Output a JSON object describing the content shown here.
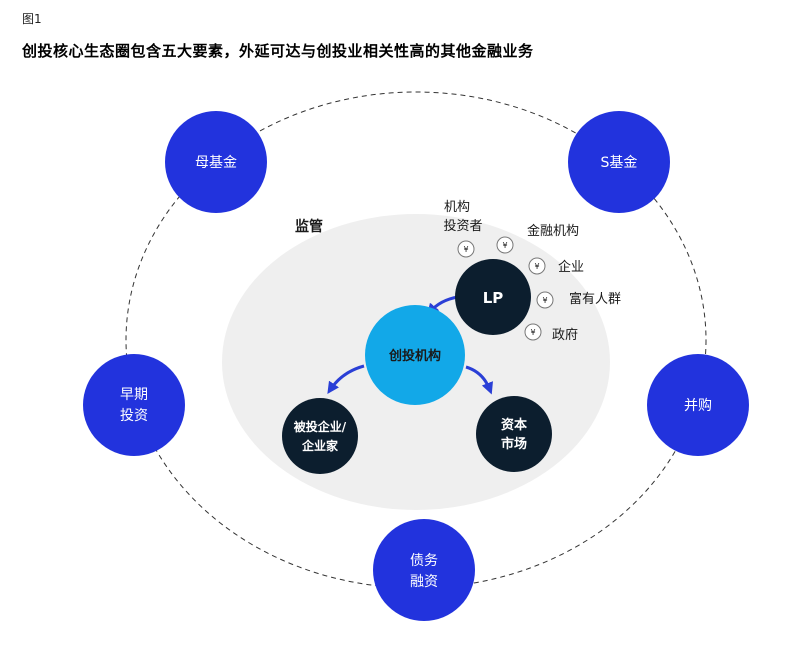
{
  "figure_label": "图1",
  "title": "创投核心生态圈包含五大要素，外延可达与创投业相关性高的其他金融业务",
  "outer_nodes": {
    "fund_of_funds": "母基金",
    "s_fund": "S基金",
    "early_investment": [
      "早期",
      "投资"
    ],
    "mergers": "并购",
    "debt_financing": [
      "债务",
      "融资"
    ]
  },
  "regulation_label": "监管",
  "core": {
    "lp": "LP",
    "vc_institution": "创投机构",
    "invested_company": [
      "被投企业/",
      "企业家"
    ],
    "capital_market": [
      "资本",
      "市场"
    ]
  },
  "lp_sources": {
    "institutional_investors": [
      "机构",
      "投资者"
    ],
    "financial_institutions": "金融机构",
    "enterprises": "企业",
    "wealthy_individuals": "富有人群",
    "government": "政府",
    "currency_symbol": "¥"
  },
  "colors": {
    "outer_node": "#2233DD",
    "core_dark": "#0C1E2E",
    "vc_node": "#12A8E8",
    "arrow": "#2A3FD6",
    "inner_field": "#EFEFEF",
    "dashed_ring": "#333333"
  }
}
